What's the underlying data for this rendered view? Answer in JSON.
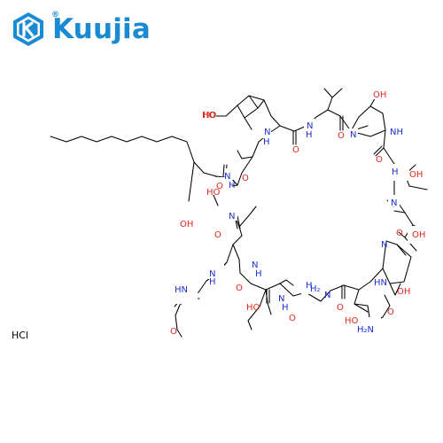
{
  "brand": {
    "name": "Kuujia",
    "registered_mark": "®",
    "color": "#1a8bd2",
    "icon": "k-hexagon-icon"
  },
  "structure": {
    "salt": "HCl",
    "atoms": {
      "oh": "OH",
      "ho": "HO",
      "o": "O",
      "n": "N",
      "nh": "NH",
      "hn": "HN",
      "h": "H",
      "h2": "H",
      "ch2": "H₂",
      "h2n": "H₂N",
      "o_methoxy": "O"
    },
    "colors": {
      "oxygen": "#e1261c",
      "nitrogen": "#1f2fd3",
      "bond": "#000000"
    }
  }
}
